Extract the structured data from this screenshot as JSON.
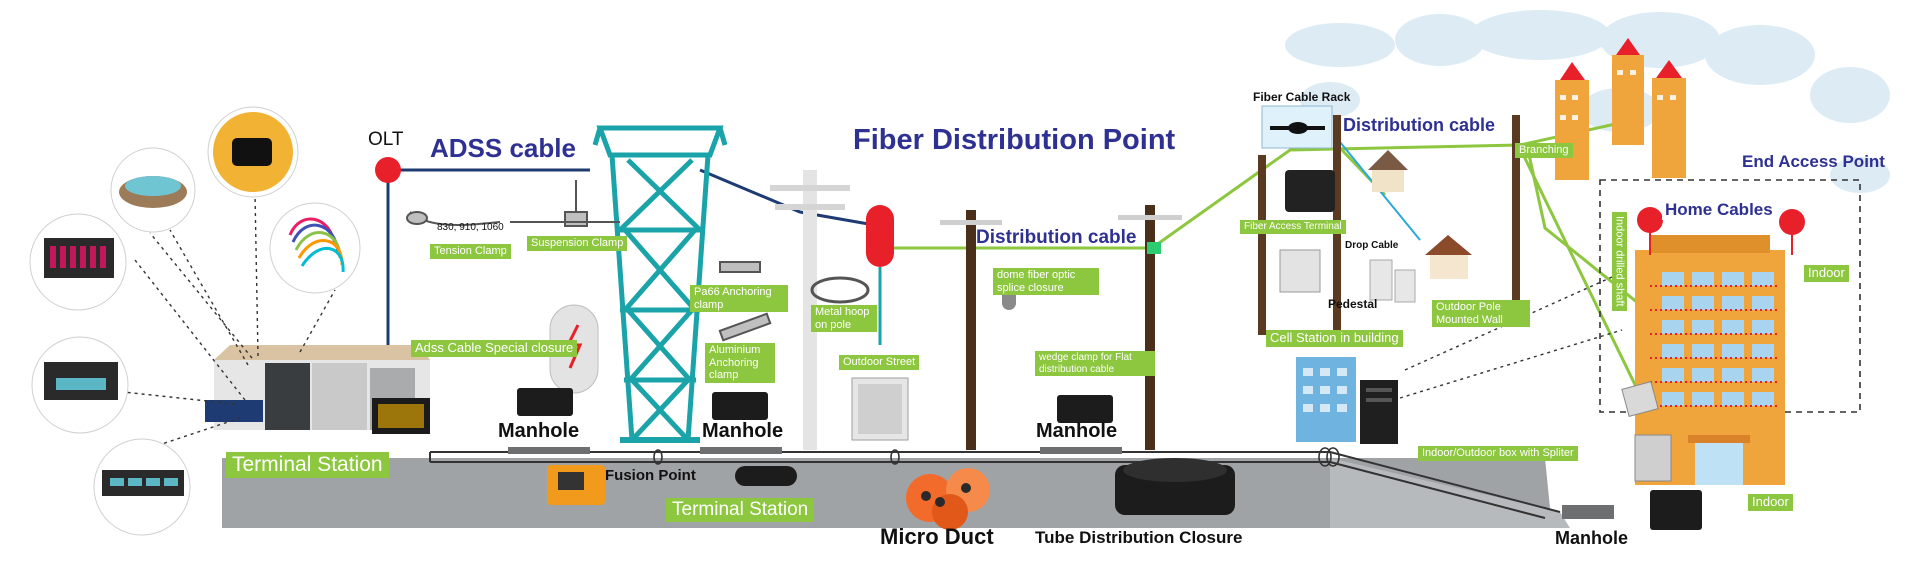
{
  "labels": {
    "olt": "OLT",
    "adss_cable": "ADSS cable",
    "fiber_distribution_point": "Fiber Distribution Point",
    "distribution_cable_top": "Distribution cable",
    "distribution_cable_mid": "Distribution cable",
    "fiber_cable_rack": "Fiber Cable Rack",
    "branching": "Branching",
    "end_access_point": "End Access Point",
    "home_cables": "Home Cables",
    "indoor_top": "Indoor",
    "indoor_drilled_shaft": "Indoor drilled shaft",
    "indoor_bottom": "Indoor",
    "tension_clamp": "Tension Clamp",
    "suspension_clamp": "Suspension Clamp",
    "clamp_sizes": "830, 910, 1060",
    "adss_special_closure": "Adss Cable Special closure",
    "pa66_clamp": "Pa66 Anchoring clamp",
    "aluminium_clamp": "Aluminium Anchoring clamp",
    "metal_hoop": "Metal hoop on pole",
    "outdoor_street": "Outdoor Street",
    "dome_closure": "dome fiber optic splice closure",
    "wedge_clamp": "wedge clamp for Flat distribution cable",
    "fiber_access_terminal": "Fiber Access Terminal",
    "drop_cable": "Drop Cable",
    "pedestal": "Pedestal",
    "outdoor_pole_wall": "Outdoor Pole Mounted Wall",
    "cell_station": "Cell Station in building",
    "indoor_outdoor_box": "Indoor/Outdoor box with Spliter",
    "terminal_station_left": "Terminal Station",
    "terminal_station_mid": "Terminal Station",
    "fusion_point": "Fusion Point",
    "micro_duct": "Micro Duct",
    "tube_distribution_closure": "Tube Distribution Closure",
    "manhole_1": "Manhole",
    "manhole_2": "Manhole",
    "manhole_3": "Manhole",
    "manhole_4": "Manhole"
  },
  "colors": {
    "title_blue": "#2e3192",
    "label_green": "#8dc63f",
    "fiber_green": "#8dc63f",
    "cable_navy": "#1f3b73",
    "tower_teal": "#1aa3a8",
    "olt_red": "#e8202a",
    "ground_gray": "#9fa3a6",
    "building_orange": "#f0a53c"
  },
  "icons": [
    "olt-node-icon",
    "transmission-tower-icon",
    "utility-pole-icon",
    "fiber-closure-icon",
    "manhole-icon",
    "apartment-building-icon",
    "house-icon",
    "office-building-icon",
    "server-rack-icon",
    "fusion-splicer-icon",
    "micro-duct-icon",
    "world-map-icon"
  ]
}
